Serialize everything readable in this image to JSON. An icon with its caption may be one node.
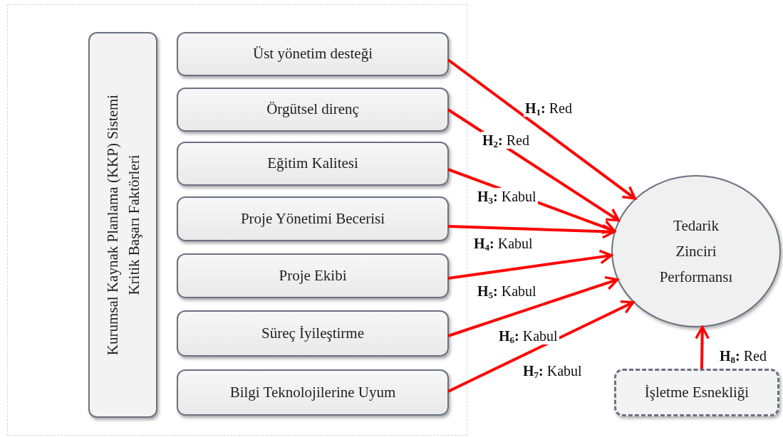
{
  "diagram": {
    "nodes": [
      {
        "text": [],
        "shape": "box"
      },
      {
        "text": [
          "Kurumsal Kaynak Planlama (KKP) Sistemi Kritik Başarı Faktörleri"
        ],
        "in": 0
      },
      {
        "text": [
          "Üst yönetim desteği"
        ],
        "in": 0
      },
      {
        "text": [
          "Örgütsel direnç"
        ],
        "in": 0
      },
      {
        "text": [
          "Eğitim Kalitesi"
        ],
        "in": 0
      },
      {
        "text": [
          "Proje Yönetimi Becerisi"
        ],
        "in": 0
      },
      {
        "text": [
          "Proje Ekibi"
        ],
        "in": 0
      },
      {
        "text": [
          "Süreç İyileştirme"
        ],
        "in": 0
      },
      {
        "text": [
          "Bilgi Teknolojilerine Uyum"
        ],
        "in": 0
      },
      {
        "text": [
          "Tedarik Zinciri Performansı"
        ]
      },
      {
        "text": [
          "İşletme Esnekliği"
        ]
      }
    ],
    "edges": [
      {
        "from": 2,
        "to": 9,
        "arrow": "to",
        "label": "**H**$_{1}$**:** Red"
      },
      {
        "from": 3,
        "to": 9,
        "arrow": "to",
        "label": "**H**$_{2}$**:** Red"
      },
      {
        "from": 4,
        "to": 9,
        "arrow": "to",
        "label": "**H**$_{3}$**:** Kabul"
      },
      {
        "from": 5,
        "to": 9,
        "arrow": "to",
        "label": "**H**$_{4}$**:** Kabul"
      },
      {
        "from": 6,
        "to": 9,
        "arrow": "to",
        "label": "**H**$_{5}$**:** Kabul"
      },
      {
        "from": 7,
        "to": 9,
        "arrow": "to",
        "label": "**H**$_{6}$**:** Kabul"
      },
      {
        "from": 8,
        "to": 9,
        "arrow": "to",
        "label": "**H**$_{7}$**:** Kabul"
      },
      {
        "from": 10,
        "to": 9,
        "arrow": "to",
        "label": "**H**$_{8}$**:** Red"
      }
    ]
  }
}
